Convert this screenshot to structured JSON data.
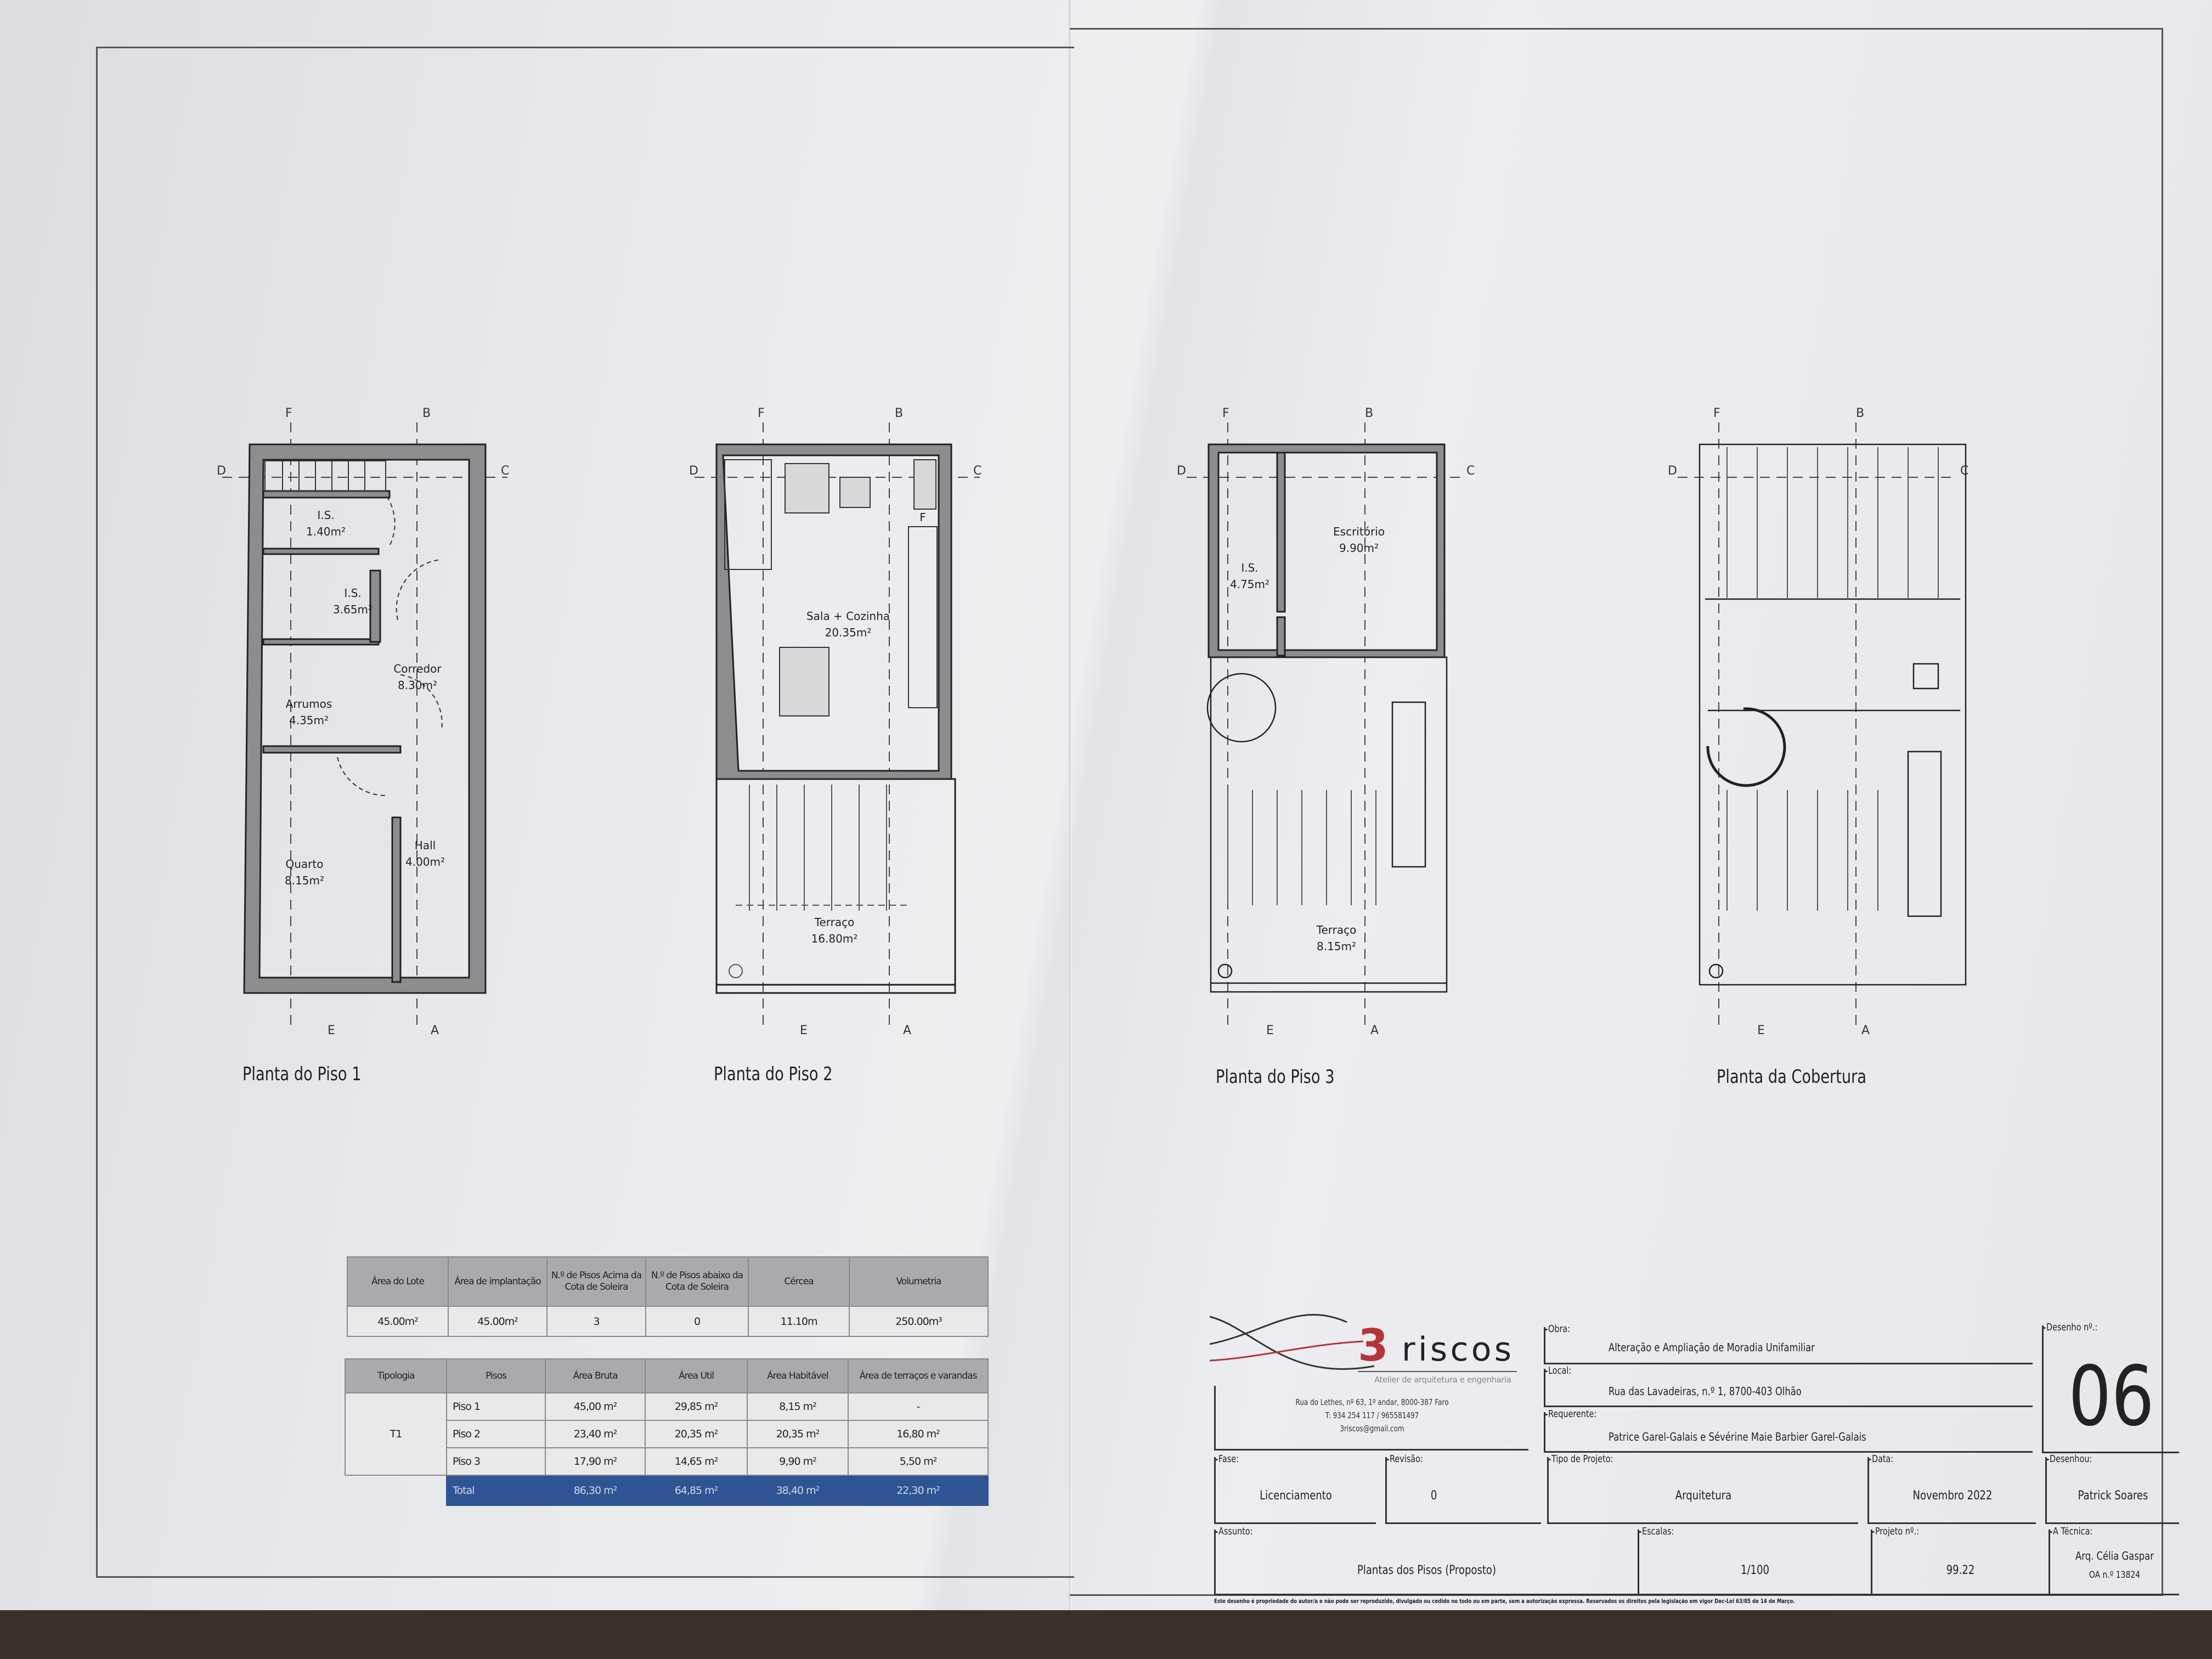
{
  "section_marks": {
    "top_left": "F",
    "top_right": "B",
    "left": "D",
    "right": "C",
    "bottom_left": "E",
    "bottom_right": "A"
  },
  "plans": [
    {
      "title": "Planta do Piso 1",
      "rooms": [
        {
          "name": "I.S.",
          "area": "1.40m²"
        },
        {
          "name": "I.S.",
          "area": "3.65m²"
        },
        {
          "name": "Corredor",
          "area": "8.30m²"
        },
        {
          "name": "Arrumos",
          "area": "4.35m²"
        },
        {
          "name": "Hall",
          "area": "4.00m²"
        },
        {
          "name": "Quarto",
          "area": "8.15m²"
        }
      ]
    },
    {
      "title": "Planta do Piso 2",
      "rooms": [
        {
          "name": "Sala + Cozinha",
          "area": "20.35m²"
        },
        {
          "name": "Terraço",
          "area": "16.80m²"
        }
      ],
      "fridge_label": "F"
    },
    {
      "title": "Planta do Piso 3",
      "rooms": [
        {
          "name": "Escritório",
          "area": "9.90m²"
        },
        {
          "name": "I.S.",
          "area": "4.75m²"
        },
        {
          "name": "Terraço",
          "area": "8.15m²"
        }
      ]
    },
    {
      "title": "Planta da Cobertura",
      "rooms": []
    }
  ],
  "summary_table": {
    "headers": [
      "Área do Lote",
      "Área de implantação",
      "N.º de Pisos Acima da Cota de Soleira",
      "N.º de Pisos abaixo da Cota de Soleira",
      "Cércea",
      "Volumetria"
    ],
    "values": [
      "45.00m²",
      "45.00m²",
      "3",
      "0",
      "11.10m",
      "250.00m³"
    ]
  },
  "areas_table": {
    "headers": [
      "Tipologia",
      "Pisos",
      "Área Bruta",
      "Área Util",
      "Área Habitável",
      "Área de terraços e varandas"
    ],
    "tipologia": "T1",
    "rows": [
      {
        "piso": "Piso 1",
        "bruta": "45,00 m²",
        "util": "29,85 m²",
        "habitavel": "8,15 m²",
        "terracos": "-"
      },
      {
        "piso": "Piso 2",
        "bruta": "23,40 m²",
        "util": "20,35 m²",
        "habitavel": "20,35 m²",
        "terracos": "16,80 m²"
      },
      {
        "piso": "Piso 3",
        "bruta": "17,90 m²",
        "util": "14,65 m²",
        "habitavel": "9,90 m²",
        "terracos": "5,50 m²"
      }
    ],
    "total": {
      "label": "Total",
      "bruta": "86,30 m²",
      "util": "64,85 m²",
      "habitavel": "38,40 m²",
      "terracos": "22,30 m²"
    }
  },
  "title_block": {
    "logo": {
      "number": "3",
      "word": "riscos",
      "tagline": "Atelier de arquitetura e engenharia",
      "brand_color": "#b5343a"
    },
    "address": [
      "Rua do Lethes, nº 63, 1º andar, 8000-387 Faro",
      "T: 934 254 117 / 965581497",
      "3riscos@gmail.com"
    ],
    "obra": {
      "label": "Obra:",
      "value": "Alteração e Ampliação de Moradia Unifamiliar"
    },
    "local": {
      "label": "Local:",
      "value": "Rua das Lavadeiras, n.º 1, 8700-403 Olhão"
    },
    "requerente": {
      "label": "Requerente:",
      "value": "Patrice Garel-Galais e Sévérine Maie Barbier Garel-Galais"
    },
    "desenho_n": {
      "label": "Desenho nº.:",
      "value": "06"
    },
    "fase": {
      "label": "Fase:",
      "value": "Licenciamento"
    },
    "revisao": {
      "label": "Revisão:",
      "value": "0"
    },
    "tipo": {
      "label": "Tipo de Projeto:",
      "value": "Arquitetura"
    },
    "data": {
      "label": "Data:",
      "value": "Novembro 2022"
    },
    "desenhou": {
      "label": "Desenhou:",
      "value": "Patrick Soares"
    },
    "assunto": {
      "label": "Assunto:",
      "value": "Plantas dos Pisos (Proposto)"
    },
    "escalas": {
      "label": "Escalas:",
      "value": "1/100"
    },
    "projeto": {
      "label": "Projeto nº.:",
      "value": "99.22"
    },
    "tecnica": {
      "label": "A Técnica:",
      "value": "Arq. Célia Gaspar",
      "sub": "OA n.º 13824"
    },
    "disclaimer": "Este desenho é propriedade do autor/a e não pode ser reproduzido, divulgado ou cedido no todo ou em parte, sem a autorização expressa. Reservados os direitos pela legislação em vigor Dec-Lei 63/85 de 14 de Março."
  }
}
